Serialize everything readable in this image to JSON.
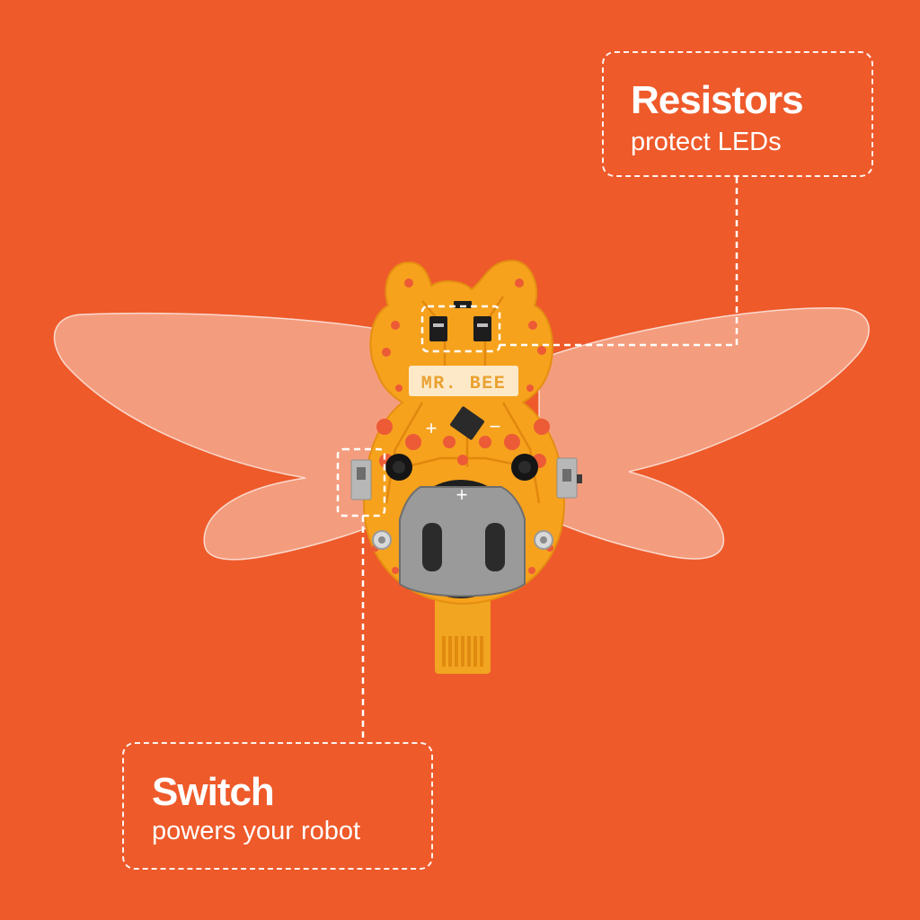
{
  "colors": {
    "background": "#ee5a2a",
    "board": "#f6a21d",
    "pad": "#ec5a36",
    "wing": "#f7b7a0",
    "callout_border": "#ffffff"
  },
  "board_label": "MR. BEE",
  "board_polarity": {
    "plus": "+",
    "minus": "−"
  },
  "battery_plus": "+",
  "callouts": [
    {
      "title": "Resistors",
      "description": "protect LEDs"
    },
    {
      "title": "Switch",
      "description": "powers your robot"
    }
  ],
  "icons": [
    "wing-left",
    "wing-right",
    "battery-holder",
    "leds",
    "slide-switch",
    "resistors",
    "connector-tail"
  ]
}
